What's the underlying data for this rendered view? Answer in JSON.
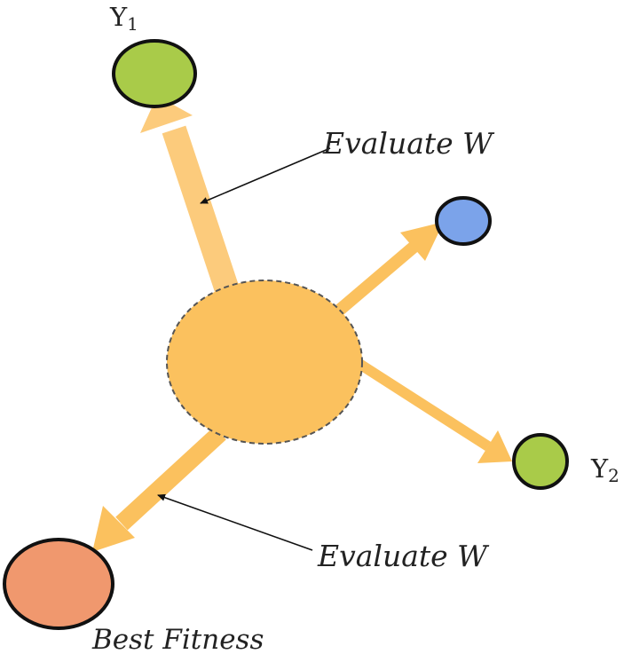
{
  "colors": {
    "center": "#FBC15E",
    "center_stroke": "#555555",
    "arrow": "#FBC15E",
    "arrow_light": "#FCCB7C",
    "green": "#A9CB49",
    "blue": "#7BA3EA",
    "salmon": "#F0986E",
    "outline": "#111111",
    "pointer": "#111111"
  },
  "nodes": {
    "y1": {
      "label_main": "Y",
      "label_sub": "1"
    },
    "y2": {
      "label_main": "Y",
      "label_sub": "2"
    },
    "best": {
      "label": "Best Fitness"
    }
  },
  "annotations": {
    "top": "Evaluate W",
    "bottom": "Evaluate W"
  }
}
